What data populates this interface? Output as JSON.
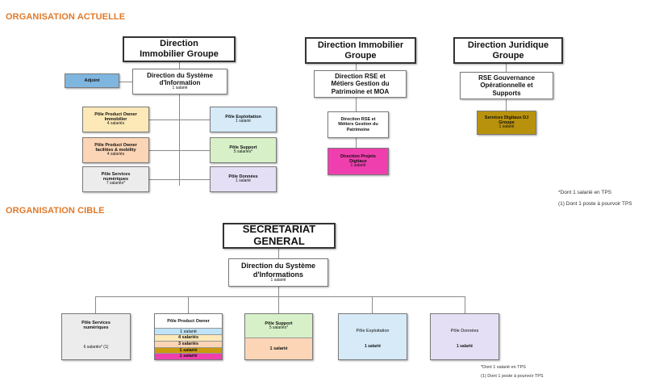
{
  "sections": {
    "current_title": "ORGANISATION ACTUELLE",
    "target_title": "ORGANISATION CIBLE"
  },
  "current": {
    "dig": "Direction\nImmobilier Groupe",
    "adjoint": "Adjoint",
    "dsi": {
      "title": "Direction du Système\nd'Information",
      "count": "1 salarié"
    },
    "po_immo": {
      "title": "Pôle Product Owner\nImmobilier",
      "count": "4 salariés"
    },
    "po_fac": {
      "title": "Pôle Product Owner\nfacilities & mobility",
      "count": "4 salariés"
    },
    "services": {
      "title": "Pôle Services\nnumériques",
      "count": "7 salariés*"
    },
    "exploitation": {
      "title": "Pôle Exploitation",
      "count": "1 salarié"
    },
    "support": {
      "title": "Pôle Support",
      "count": "5 salariés*"
    },
    "donnees": {
      "title": "Pôle Données",
      "count": "1 salarié"
    },
    "dir_immo2": "Direction Immobilier\nGroupe",
    "rse": "Direction RSE et\nMétiers Gestion du\nPatrimoine et MOA",
    "rse_sub": "Direction RSE et\nMétiers Gestion du\nPatrimoine",
    "projets": {
      "title": "Direction Projets\nDigitaux",
      "count": "1 salarié"
    },
    "juridique": "Direction Juridique\nGroupe",
    "rse_gouv": "RSE Gouvernance\nOpérationnelle et\nSupports",
    "digitaux_dj": {
      "title": "Services Digitaux DJ\nGroupe",
      "count": "1 salarié"
    }
  },
  "notes_current": {
    "n1": "*Dont 1 salarié en TPS",
    "n2": "(1) Dont 1 poste à pourvoir TPS"
  },
  "target": {
    "sg": "SECRETARIAT\nGENERAL",
    "dsi": {
      "title": "Direction du Système\nd'Informations",
      "count": "1 salarié"
    },
    "services": {
      "title": "Pôle Services\nnumériques",
      "count": "6 salariés* (1)"
    },
    "po": {
      "title": "Pôle Product Owner",
      "rows": [
        "1 salarié",
        "4 salariés",
        "3 salariés",
        "1 salarié",
        "1 salarié"
      ]
    },
    "support": {
      "title": "Pôle Support",
      "count": "5 salariés*",
      "extra": "1 salarié"
    },
    "exploitation": {
      "title": "Pôle Exploitation",
      "count": "1 salarié"
    },
    "donnees": {
      "title": "Pôle Données",
      "count": "1 salarié"
    }
  },
  "notes_target": {
    "n1": "*Dont 1 salarié en TPS",
    "n2": "(1) Dont 1 poste à pourvoir TPS"
  },
  "colors": {
    "heading": "#e07a2a",
    "adjoint": "#7fb6e0",
    "po_immo": "#fde9b8",
    "po_fac": "#fbd5b5",
    "services": "#ececec",
    "exploitation": "#d6eaf8",
    "support": "#d7f0c8",
    "donnees": "#e5dff5",
    "projets": "#ef3fae",
    "digitaux_dj": "#b8920c",
    "po_rows": [
      "#bfe3f7",
      "#fde9b8",
      "#fbd5b5",
      "#c99a0e",
      "#ef3fae"
    ],
    "support_extra": "#fbd5b5"
  }
}
